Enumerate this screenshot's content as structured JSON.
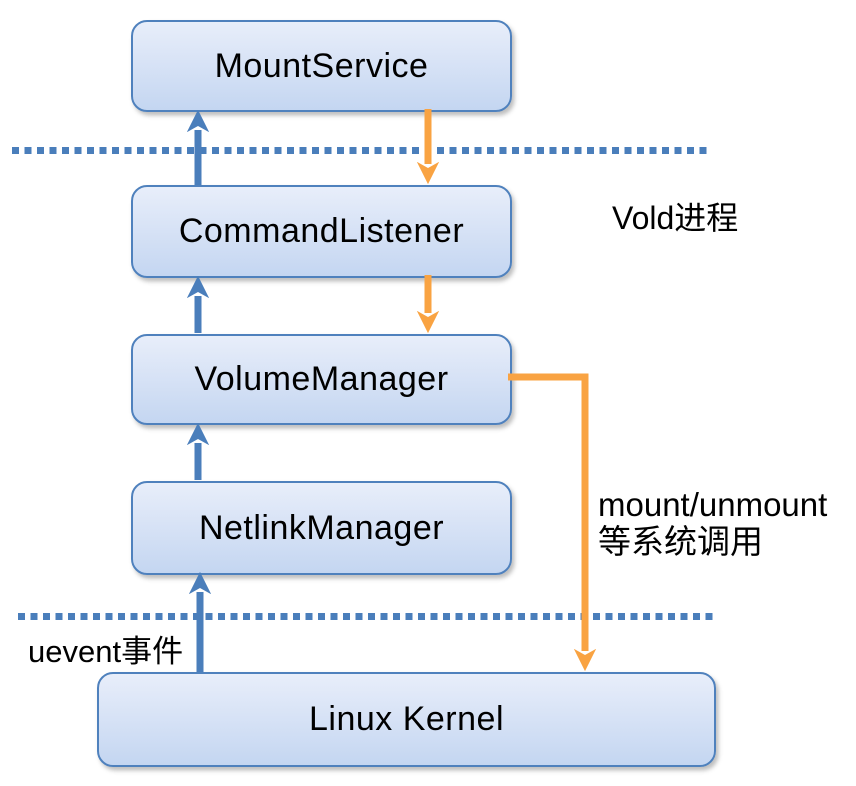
{
  "boxes": {
    "mountservice": {
      "label": "MountService"
    },
    "commandlistener": {
      "label": "CommandListener"
    },
    "volumemanager": {
      "label": "VolumeManager"
    },
    "netlinkmanager": {
      "label": "NetlinkManager"
    },
    "linuxkernel": {
      "label": "Linux Kernel"
    }
  },
  "annotations": {
    "vold_process": "Vold进程",
    "syscall_line1": "mount/unmount",
    "syscall_line2": "等系统调用",
    "uevent": "uevent事件"
  },
  "flows": {
    "upward": {
      "meaning": "event/notification path",
      "color": "#4A7EBB",
      "edges": [
        {
          "from": "linuxkernel",
          "to": "netlinkmanager"
        },
        {
          "from": "netlinkmanager",
          "to": "volumemanager"
        },
        {
          "from": "volumemanager",
          "to": "commandlistener"
        },
        {
          "from": "commandlistener",
          "to": "mountservice"
        }
      ]
    },
    "downward": {
      "meaning": "command path",
      "color": "#F9A342",
      "edges": [
        {
          "from": "mountservice",
          "to": "commandlistener"
        },
        {
          "from": "commandlistener",
          "to": "volumemanager"
        },
        {
          "from": "volumemanager",
          "to": "linuxkernel",
          "label": "mount/unmount 等系统调用"
        }
      ]
    }
  },
  "colors": {
    "background": "#FFFFFF",
    "box_border": "#4F81BD",
    "box_fill_top": "#E8EEFA",
    "box_fill_mid": "#D8E3F6",
    "box_fill_bottom": "#C4D6F1",
    "arrow_up": "#4A7EBB",
    "arrow_down": "#F9A342",
    "dotted_line": "#4A7EBB",
    "text": "#000000"
  }
}
